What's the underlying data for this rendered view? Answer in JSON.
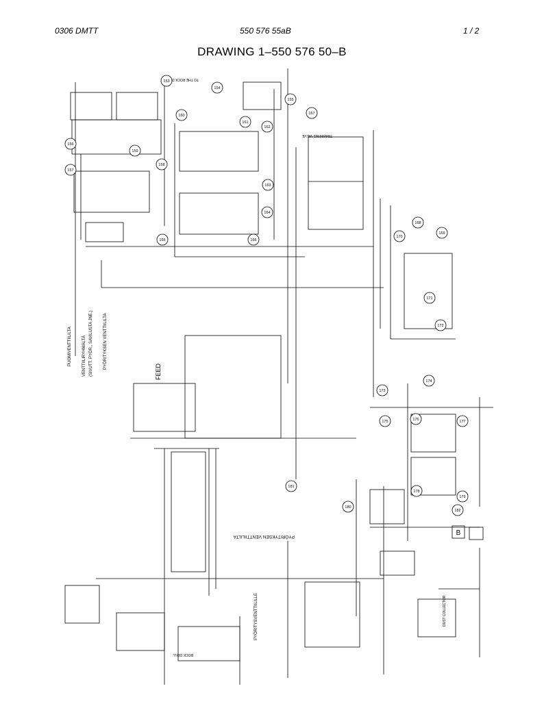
{
  "header": {
    "left": "0306 DMTT",
    "center": "550 576 55aB",
    "right": "1 /  2"
  },
  "title": "DRAWING  1–550 576 50–B",
  "labels": {
    "feed": "FEED",
    "tramming_valve": "TRAMMING VALVE",
    "to_rock_drill": "TO THE ROCK DRILL",
    "pyoritys_1": "PYÖRITYKSEN VENTTIILILTA",
    "pyoritys_2": "PYÖRITYKSEN VENTTIILILTA",
    "pyoritys_3": "PYÖRITYSVENTTIILILLE",
    "puomiventtiili": "PUOMIVENTTIILILTA",
    "venttiiliryhmalta": "VENTTIILIRYHMÄLTÄ",
    "sivuttais": "(SIVUTT. PYÖR., SAVILUSTA JNE.)",
    "dust_collector": "DUST COLLECTOR",
    "rock_drill": "ROCK DRILL",
    "box_b": "B"
  },
  "callouts": [
    "153",
    "154",
    "155",
    "156",
    "157",
    "158",
    "159",
    "160",
    "161",
    "162",
    "163",
    "164",
    "165",
    "166",
    "167",
    "168",
    "169",
    "170",
    "171",
    "172",
    "173",
    "174",
    "175",
    "176",
    "177",
    "178",
    "179",
    "180",
    "181",
    "182"
  ]
}
